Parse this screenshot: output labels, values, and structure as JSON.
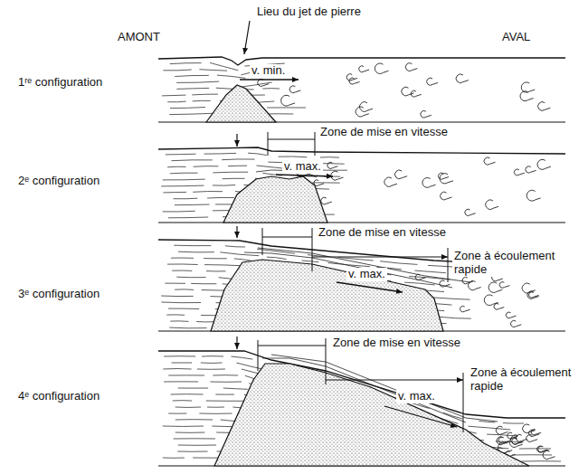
{
  "diagram": {
    "labels": [
      "Lieu du jet de pierre",
      "AMONT",
      "AVAL",
      "1ʳᵉ configuration",
      "v. min.",
      "Zone de mise en vitesse",
      "2ᵉ configuration",
      "v. max.",
      "Zone de mise en vitesse",
      "Zone à écoulement rapide",
      "3ᵉ configuration",
      "v. max.",
      "Zone de mise en vitesse",
      "Zone à écoulement rapide",
      "4ᵉ configuration",
      "v. max."
    ]
  }
}
